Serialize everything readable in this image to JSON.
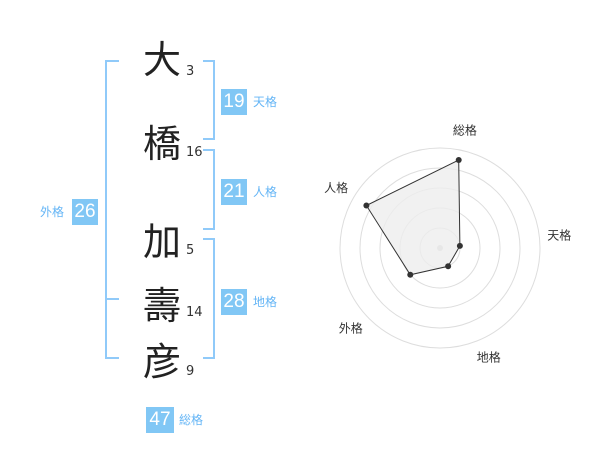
{
  "name": {
    "characters": [
      {
        "char": "大",
        "strokes": "3"
      },
      {
        "char": "橋",
        "strokes": "16"
      },
      {
        "char": "加",
        "strokes": "5"
      },
      {
        "char": "壽",
        "strokes": "14"
      },
      {
        "char": "彦",
        "strokes": "9"
      }
    ]
  },
  "fortune": {
    "tenkaku": {
      "value": "19",
      "label": "天格"
    },
    "jinkaku": {
      "value": "21",
      "label": "人格"
    },
    "chikaku": {
      "value": "28",
      "label": "地格"
    },
    "gaikaku": {
      "value": "26",
      "label": "外格"
    },
    "soukaku": {
      "value": "47",
      "label": "総格"
    }
  },
  "chart_data": {
    "type": "radar",
    "axes": [
      "総格",
      "天格",
      "地格",
      "外格",
      "人格"
    ],
    "values": [
      0.9,
      0.2,
      0.2,
      0.4,
      0.85
    ],
    "max": 1,
    "rings": 5,
    "colors": {
      "fill": "#eeeeee",
      "stroke": "#333333",
      "grid": "#dddddd",
      "center": "#cccccc"
    }
  }
}
